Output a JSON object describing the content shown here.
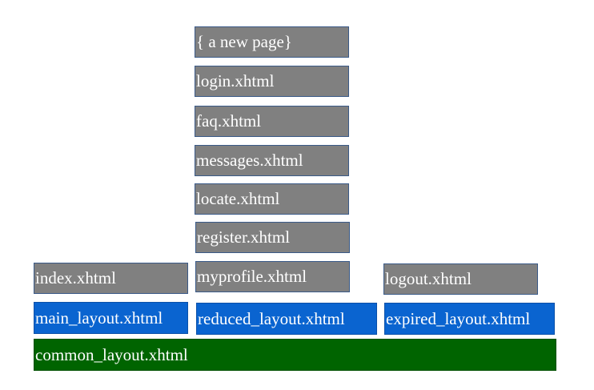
{
  "pages": {
    "new_page": "{ a new page}",
    "login": "login.xhtml",
    "faq": "faq.xhtml",
    "messages": "messages.xhtml",
    "locate": "locate.xhtml",
    "register": "register.xhtml",
    "myprofile": "myprofile.xhtml",
    "index": "index.xhtml",
    "logout": "logout.xhtml"
  },
  "layouts": {
    "main": "main_layout.xhtml",
    "reduced": "reduced_layout.xhtml",
    "expired": "expired_layout.xhtml",
    "common": "common_layout.xhtml"
  },
  "colors": {
    "page_fill": "#808080",
    "layout_fill": "#0a64d0",
    "base_layout_fill": "#006400",
    "text": "#ffffff"
  }
}
